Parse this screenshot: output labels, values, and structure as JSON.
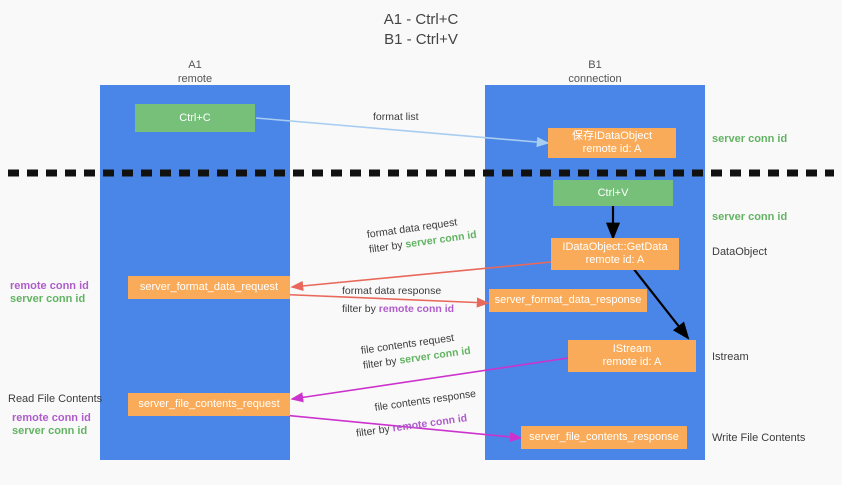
{
  "title": {
    "line1": "A1 - Ctrl+C",
    "line2": "B1 - Ctrl+V"
  },
  "lanes": [
    {
      "name": "A1",
      "subtitle": "remote"
    },
    {
      "name": "B1",
      "subtitle": "connection"
    }
  ],
  "boxes": {
    "ctrl_c": {
      "line1": "Ctrl+C"
    },
    "ctrl_v": {
      "line1": "Ctrl+V"
    },
    "save_dataobject": {
      "line1": "保存IDataObject",
      "line2": "remote id: A"
    },
    "getdata": {
      "line1": "IDataObject::GetData",
      "line2": "remote id: A"
    },
    "istream": {
      "line1": "IStream",
      "line2": "remote id: A"
    },
    "server_format_data_request": {
      "line1": "server_format_data_request"
    },
    "server_format_data_response": {
      "line1": "server_format_data_response"
    },
    "server_file_contents_request": {
      "line1": "server_file_contents_request"
    },
    "server_file_contents_response": {
      "line1": "server_file_contents_response"
    }
  },
  "annotations": {
    "format_list": "format list",
    "format_data_request": {
      "line1": "format data request",
      "prefix": "filter by ",
      "highlight": "server conn id"
    },
    "format_data_response": {
      "line1": "format data response",
      "prefix": "filter by ",
      "highlight": "remote conn id"
    },
    "file_contents_request": {
      "line1": "file contents request",
      "prefix": "filter by ",
      "highlight": "server conn id"
    },
    "file_contents_response": {
      "line1": "file contents response",
      "prefix": "filter by ",
      "highlight": "remote conn id"
    }
  },
  "side_labels": {
    "server_conn_id_top": "server conn id",
    "server_conn_id_second": "server conn id",
    "dataobject": "DataObject",
    "istream": "Istream",
    "write_file_contents": "Write File Contents",
    "read_file_contents": "Read File Contents",
    "remote_conn_id": "remote conn id",
    "server_conn_id": "server conn id"
  },
  "colors": {
    "lane": "#4a86e8",
    "green_box": "#76c07a",
    "orange_box": "#f9ab59",
    "server_conn_text": "#63b363",
    "remote_conn_text": "#b05ccc",
    "arrow_format_list": "#a8cdf0",
    "arrow_format_data": "#e8695b",
    "arrow_file_contents": "#cc33cc",
    "arrow_internal": "#000000",
    "divider": "#111111",
    "background": "#f9f9f9"
  }
}
